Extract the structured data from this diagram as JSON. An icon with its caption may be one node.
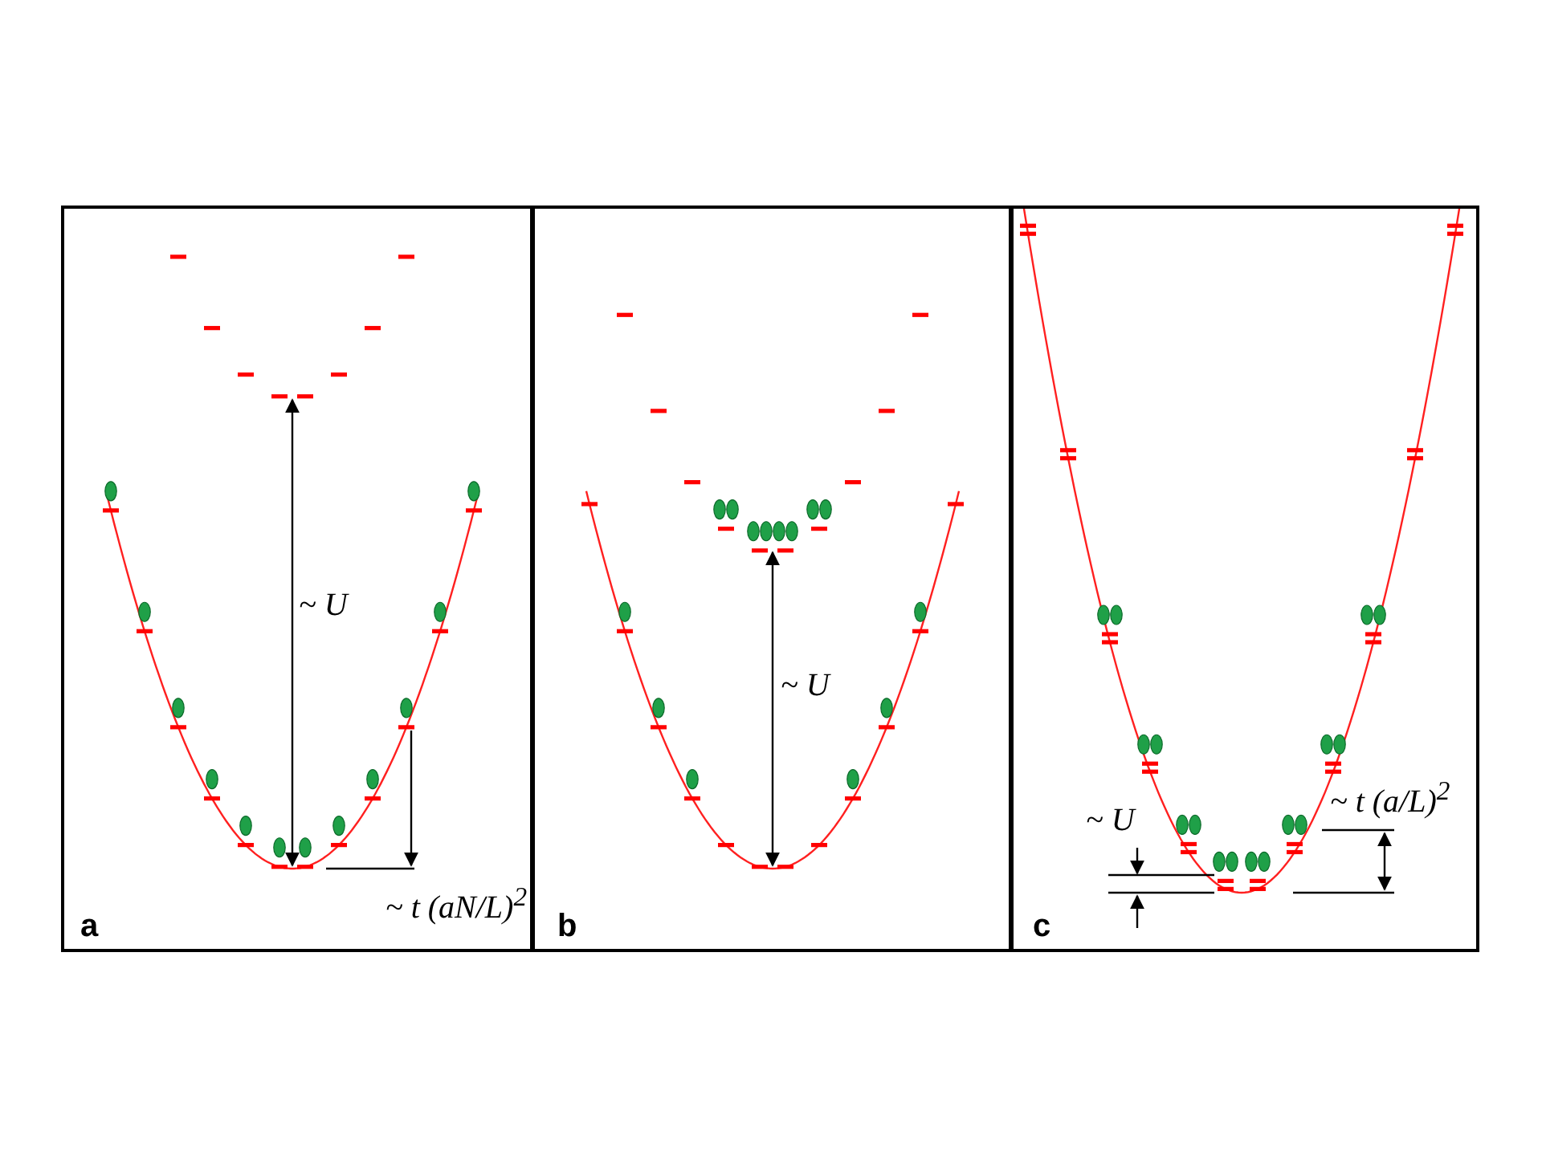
{
  "diagram": {
    "nodes": [
      {
        "text": [
          "a"
        ]
      },
      {
        "text": [
          "b"
        ]
      },
      {
        "text": [
          "c"
        ]
      }
    ],
    "labels": [
      "~ U",
      "~ t (aN/L)$^{2}$",
      "~ U",
      "~ U",
      "~ t (a/L)$^{2}$"
    ]
  }
}
